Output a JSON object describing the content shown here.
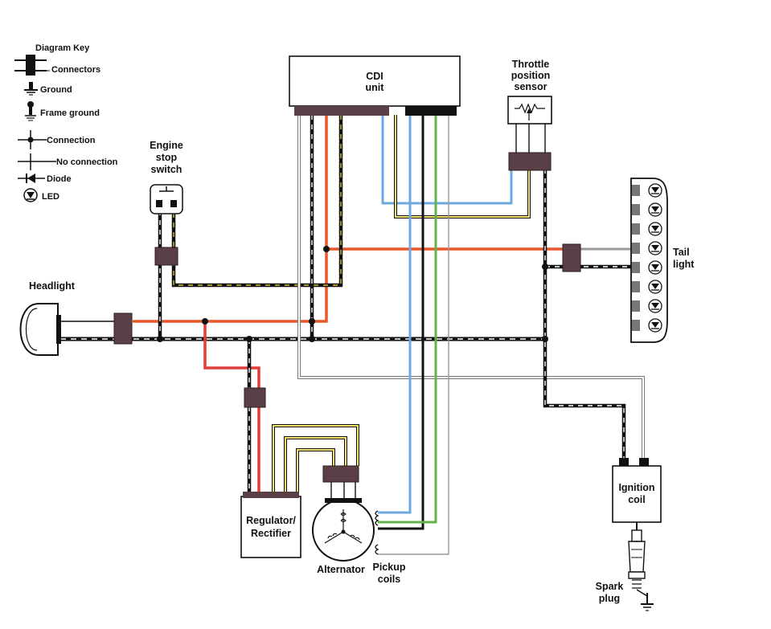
{
  "key": {
    "title": "Diagram Key",
    "items": [
      "Connectors",
      "Ground",
      "Frame ground",
      "Connection",
      "No connection",
      "Diode",
      "LED"
    ]
  },
  "components": {
    "cdi": [
      "CDI",
      "unit"
    ],
    "throttle": [
      "Throttle",
      "position",
      "sensor"
    ],
    "engine_stop": [
      "Engine",
      "stop",
      "switch"
    ],
    "headlight": "Headlight",
    "tail_light": [
      "Tail",
      "light"
    ],
    "regulator": [
      "Regulator/",
      "Rectifier"
    ],
    "alternator": "Alternator",
    "pickup": [
      "Pickup",
      "coils"
    ],
    "ignition_coil": [
      "Ignition",
      "coil"
    ],
    "spark_plug": [
      "Spark",
      "plug"
    ]
  },
  "wire_colors": {
    "black": "#111111",
    "orange": "#e9582b",
    "red": "#e23b3b",
    "blue": "#6ea9df",
    "green": "#66b04a",
    "yellow": "#d8c230",
    "gray": "#9a9a9a",
    "white": "#ffffff",
    "connector": "#5a3f47"
  }
}
